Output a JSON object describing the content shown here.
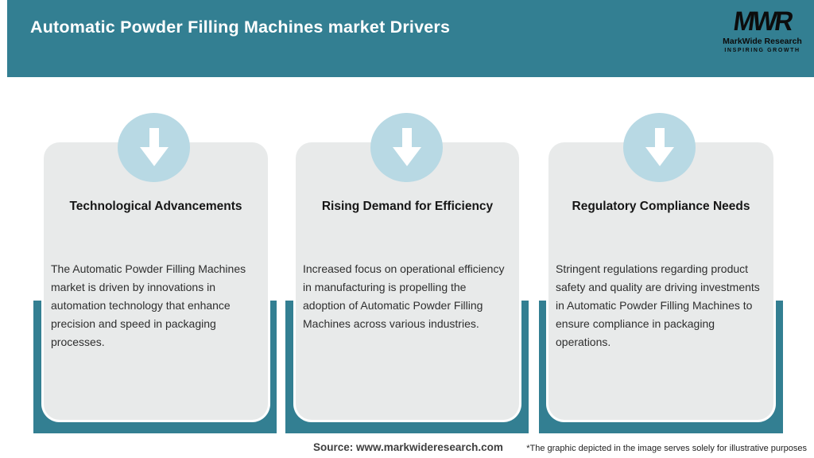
{
  "header": {
    "title": "Automatic Powder Filling Machines market Drivers",
    "logo": {
      "monogram": "MWR",
      "name": "MarkWide Research",
      "tagline": "INSPIRING GROWTH"
    }
  },
  "cards": [
    {
      "title": "Technological Advancements",
      "body": "The Automatic Powder Filling Machines\nmarket is driven by innovations in\nautomation technology that enhance\nprecision and speed in packaging\nprocesses.",
      "icon": "down-arrow-icon"
    },
    {
      "title": "Rising Demand for Efficiency",
      "body": "Increased focus on operational efficiency\nin manufacturing is propelling the\nadoption of Automatic Powder Filling\nMachines across various industries.",
      "icon": "down-arrow-icon"
    },
    {
      "title": "Regulatory Compliance Needs",
      "body": "Stringent regulations regarding product\nsafety and quality are driving investments\nin Automatic Powder Filling Machines to\nensure compliance in packaging\noperations.",
      "icon": "down-arrow-icon"
    }
  ],
  "footer": {
    "source": "Source: www.markwideresearch.com",
    "disclaimer": "*The graphic depicted in the image serves solely for illustrative purposes"
  },
  "colors": {
    "teal": "#337f92",
    "circle-blue": "#b8d9e4",
    "card-gray": "#e8eaea",
    "ink": "#161616",
    "body-ink": "#2e2e2e"
  }
}
